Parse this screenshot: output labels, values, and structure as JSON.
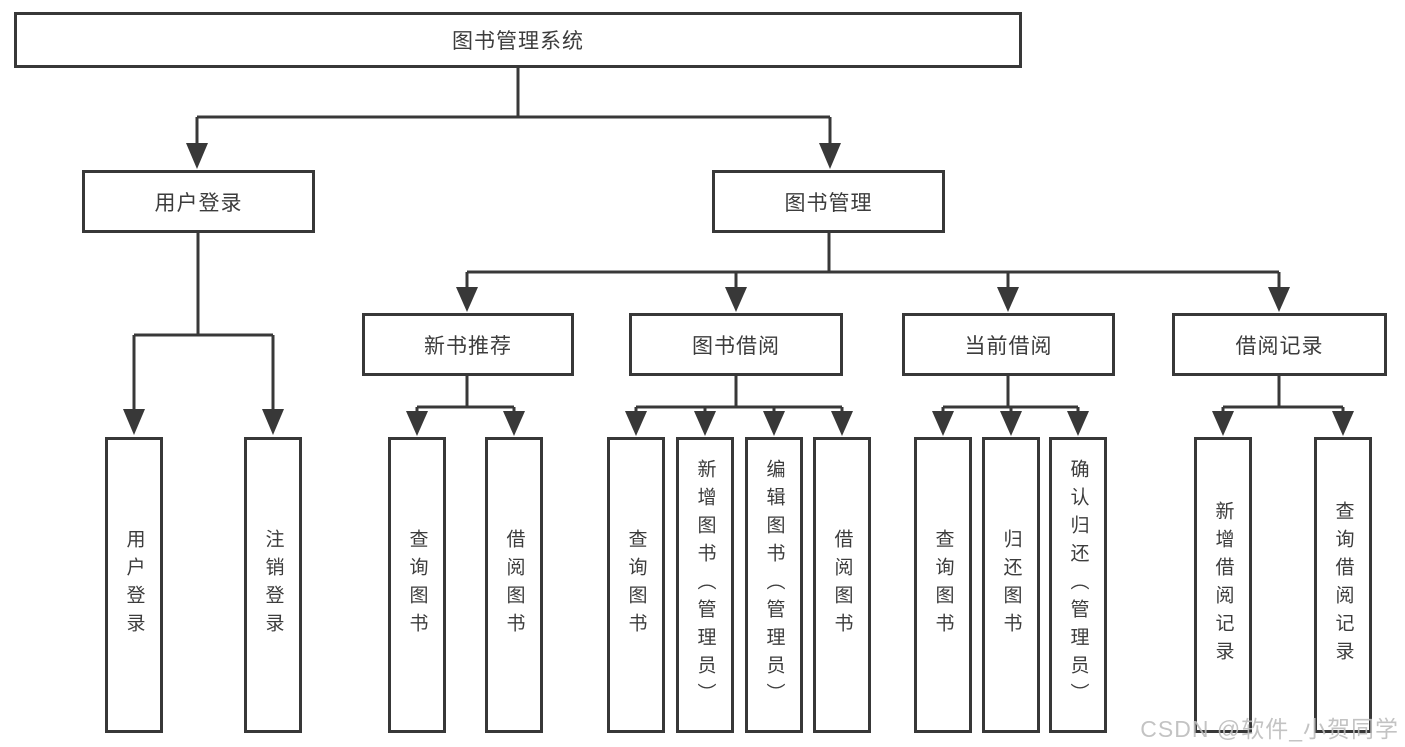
{
  "diagram": {
    "title": "图书管理系统",
    "level2": {
      "user_login": "用户登录",
      "book_management": "图书管理"
    },
    "level3": {
      "new_book_recommend": "新书推荐",
      "book_borrow": "图书借阅",
      "current_borrow": "当前借阅",
      "borrow_records": "借阅记录"
    },
    "leaves": {
      "user_login": [
        "用户登录",
        "注销登录"
      ],
      "new_book_recommend": [
        "查询图书",
        "借阅图书"
      ],
      "book_borrow": [
        "查询图书",
        "新增图书（管理员）",
        "编辑图书（管理员）",
        "借阅图书"
      ],
      "current_borrow": [
        "查询图书",
        "归还图书",
        "确认归还（管理员）"
      ],
      "borrow_records": [
        "新增借阅记录",
        "查询借阅记录"
      ]
    },
    "watermark": "CSDN @软件_小贺同学",
    "colors": {
      "line": "#383838",
      "text": "#3c3c3c",
      "background": "#ffffff",
      "watermark": "#bdbdbd"
    }
  }
}
